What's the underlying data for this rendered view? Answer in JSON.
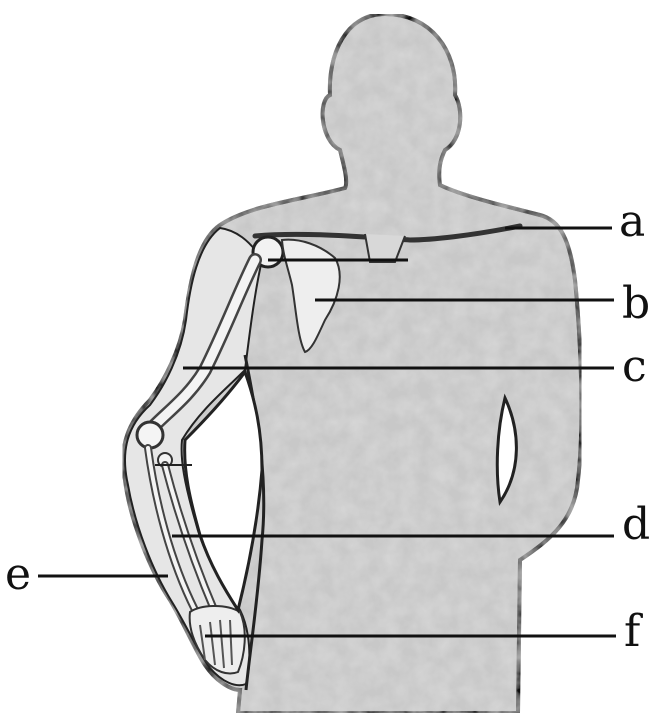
{
  "diagram": {
    "labels": {
      "a": "a",
      "b": "b",
      "c": "c",
      "d": "d",
      "e": "e",
      "f": "f"
    },
    "colors": {
      "body_fill": "#c9c9c9",
      "outline": "#111111",
      "bone_fill": "#efefef",
      "background": "#ffffff"
    }
  }
}
